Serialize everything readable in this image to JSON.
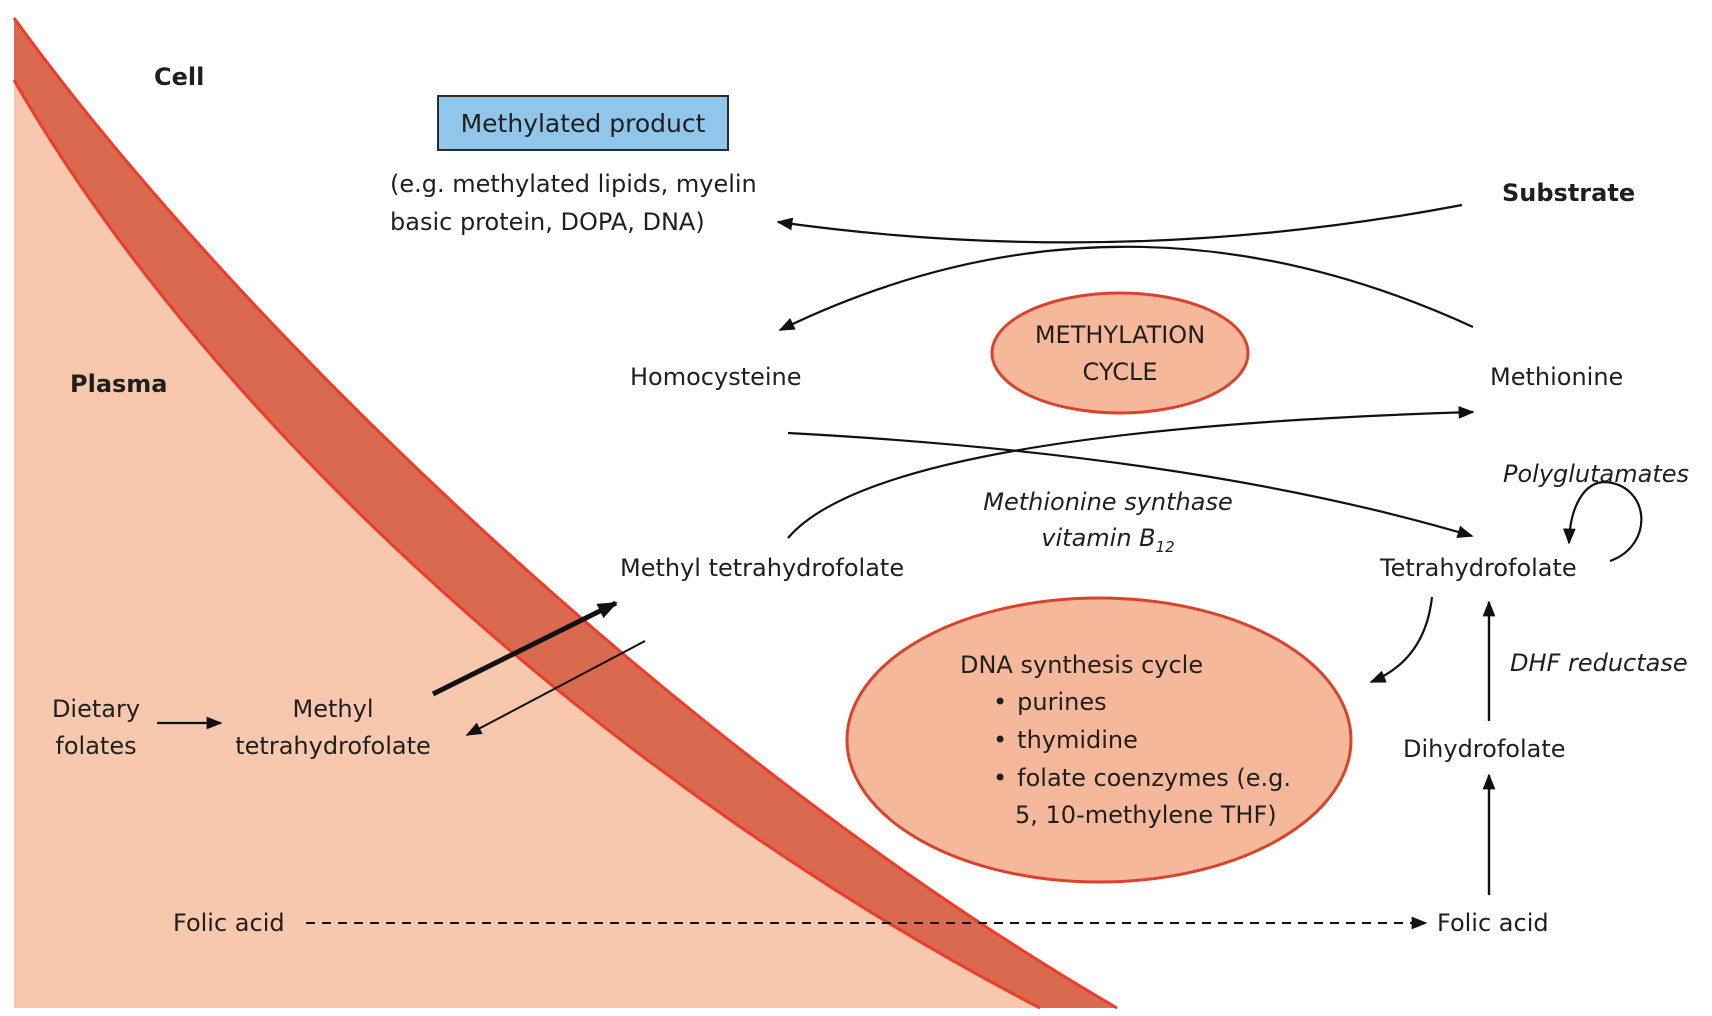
{
  "regions": {
    "cell": "Cell",
    "plasma": "Plasma"
  },
  "methylated_product": {
    "title": "Methylated product",
    "examples_line1": "(e.g. methylated lipids, myelin",
    "examples_line2": "basic protein, DOPA, DNA)"
  },
  "substrate": "Substrate",
  "methylation_cycle": {
    "line1": "METHYLATION",
    "line2": "CYCLE"
  },
  "homocysteine": "Homocysteine",
  "methionine": "Methionine",
  "polyglutamates": "Polyglutamates",
  "enzyme": {
    "line1": "Methionine synthase",
    "line2_prefix": "vitamin B",
    "line2_sub": "12"
  },
  "methyl_thf_cell": "Methyl tetrahydrofolate",
  "tetrahydrofolate": "Tetrahydrofolate",
  "dhf_reductase": "DHF reductase",
  "dna_cycle": {
    "title": "DNA  synthesis cycle",
    "items": [
      "purines",
      "thymidine",
      "folate coenzymes (e.g."
    ],
    "item_cont": "5, 10-methylene THF)"
  },
  "dihydrofolate": "Dihydrofolate",
  "dietary": {
    "line1": "Dietary",
    "line2": "folates"
  },
  "methyl_thf_plasma": {
    "line1": "Methyl",
    "line2": "tetrahydrofolate"
  },
  "folic_acid_plasma": "Folic acid",
  "folic_acid_cell": "Folic acid",
  "colors": {
    "plasma_fill": "#f8c8ae",
    "membrane_fill": "#d96a4f",
    "membrane_edge": "#ee3b2a",
    "cycle_fill": "#f6b89a",
    "cycle_edge": "#d9432e",
    "box_fill": "#8fc6ea",
    "line": "#111111"
  }
}
